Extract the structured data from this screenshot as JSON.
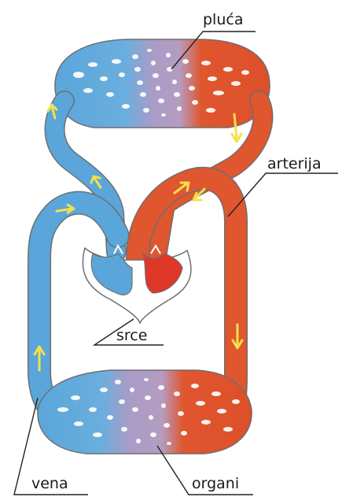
{
  "labels": {
    "lungs": "pluća",
    "artery": "arterija",
    "heart": "srce",
    "vein": "vena",
    "organs": "organi"
  },
  "colors": {
    "deoxygenated": "#5aa6da",
    "oxygenated": "#e0562f",
    "heart_right": "#e03628",
    "capillary_mix": "#a89cc8",
    "arrow": "#f4e04a",
    "outline": "#6f6f6f"
  }
}
